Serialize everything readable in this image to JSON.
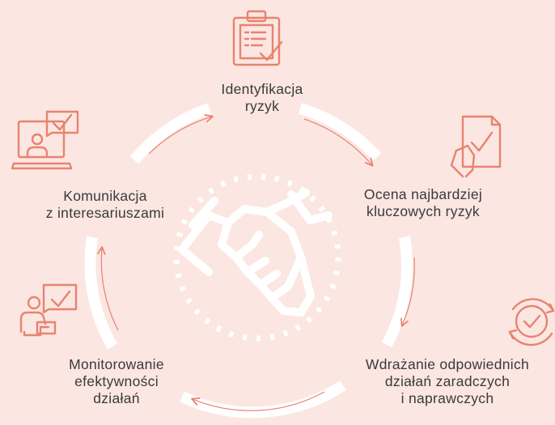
{
  "steps": [
    {
      "id": "identification",
      "icon": "clipboard-checklist-icon",
      "lines": [
        "Identyfikacja",
        "ryzyk"
      ]
    },
    {
      "id": "assessment",
      "icon": "document-check-hand-icon",
      "lines": [
        "Ocena najbardziej",
        "kluczowych ryzyk"
      ]
    },
    {
      "id": "implementation",
      "icon": "refresh-check-icon",
      "lines": [
        "Wdrażanie odpowiednich",
        "działań zaradczych",
        "i naprawczych"
      ]
    },
    {
      "id": "monitoring",
      "icon": "presenter-chart-icon",
      "lines": [
        "Monitorowanie",
        "efektywności",
        "działań"
      ]
    },
    {
      "id": "communication",
      "icon": "laptop-user-check-icon",
      "lines": [
        "Komunikacja",
        "z interesariuszami"
      ]
    }
  ],
  "colors": {
    "background": "#fbe6e2",
    "accent": "#e8836e",
    "ring": "#ffffff",
    "text": "#3a3a3a"
  },
  "center_icon": "handshake-icon"
}
